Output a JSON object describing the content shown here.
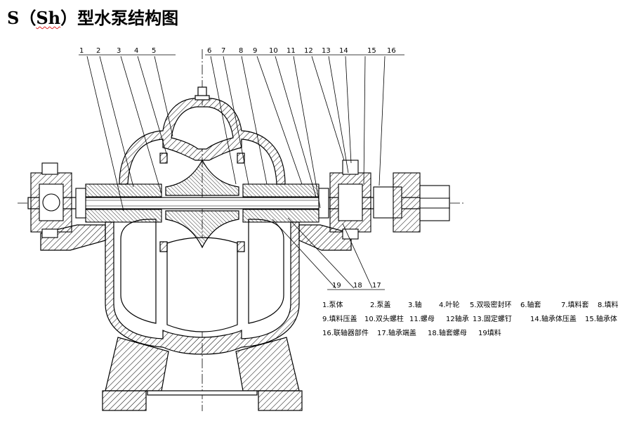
{
  "title": {
    "prefix": "S（",
    "sh": "Sh",
    "suffix": "）型水泵结构图"
  },
  "callouts_top": [
    "1",
    "2",
    "3",
    "4",
    "5",
    "6",
    "7",
    "8",
    "9",
    "10",
    "11",
    "12",
    "13",
    "14",
    "15",
    "16"
  ],
  "callouts_bottom": [
    "19",
    "18",
    "17"
  ],
  "legend": {
    "row1": [
      "1.泵体",
      "2.泵盖",
      "3.轴",
      "4.叶轮",
      "5.双吸密封环",
      "6.轴套",
      "7.填料套",
      "8.填料"
    ],
    "row2": [
      "9.填料压盖",
      "10.双头螺柱",
      "11.螺母",
      "12轴承",
      "13.固定螺钉",
      "14.轴承体压盖",
      "15.轴承体"
    ],
    "row3": [
      "16.联轴器部件",
      "17.轴承端盖",
      "18.轴套螺母",
      "19填料"
    ]
  }
}
